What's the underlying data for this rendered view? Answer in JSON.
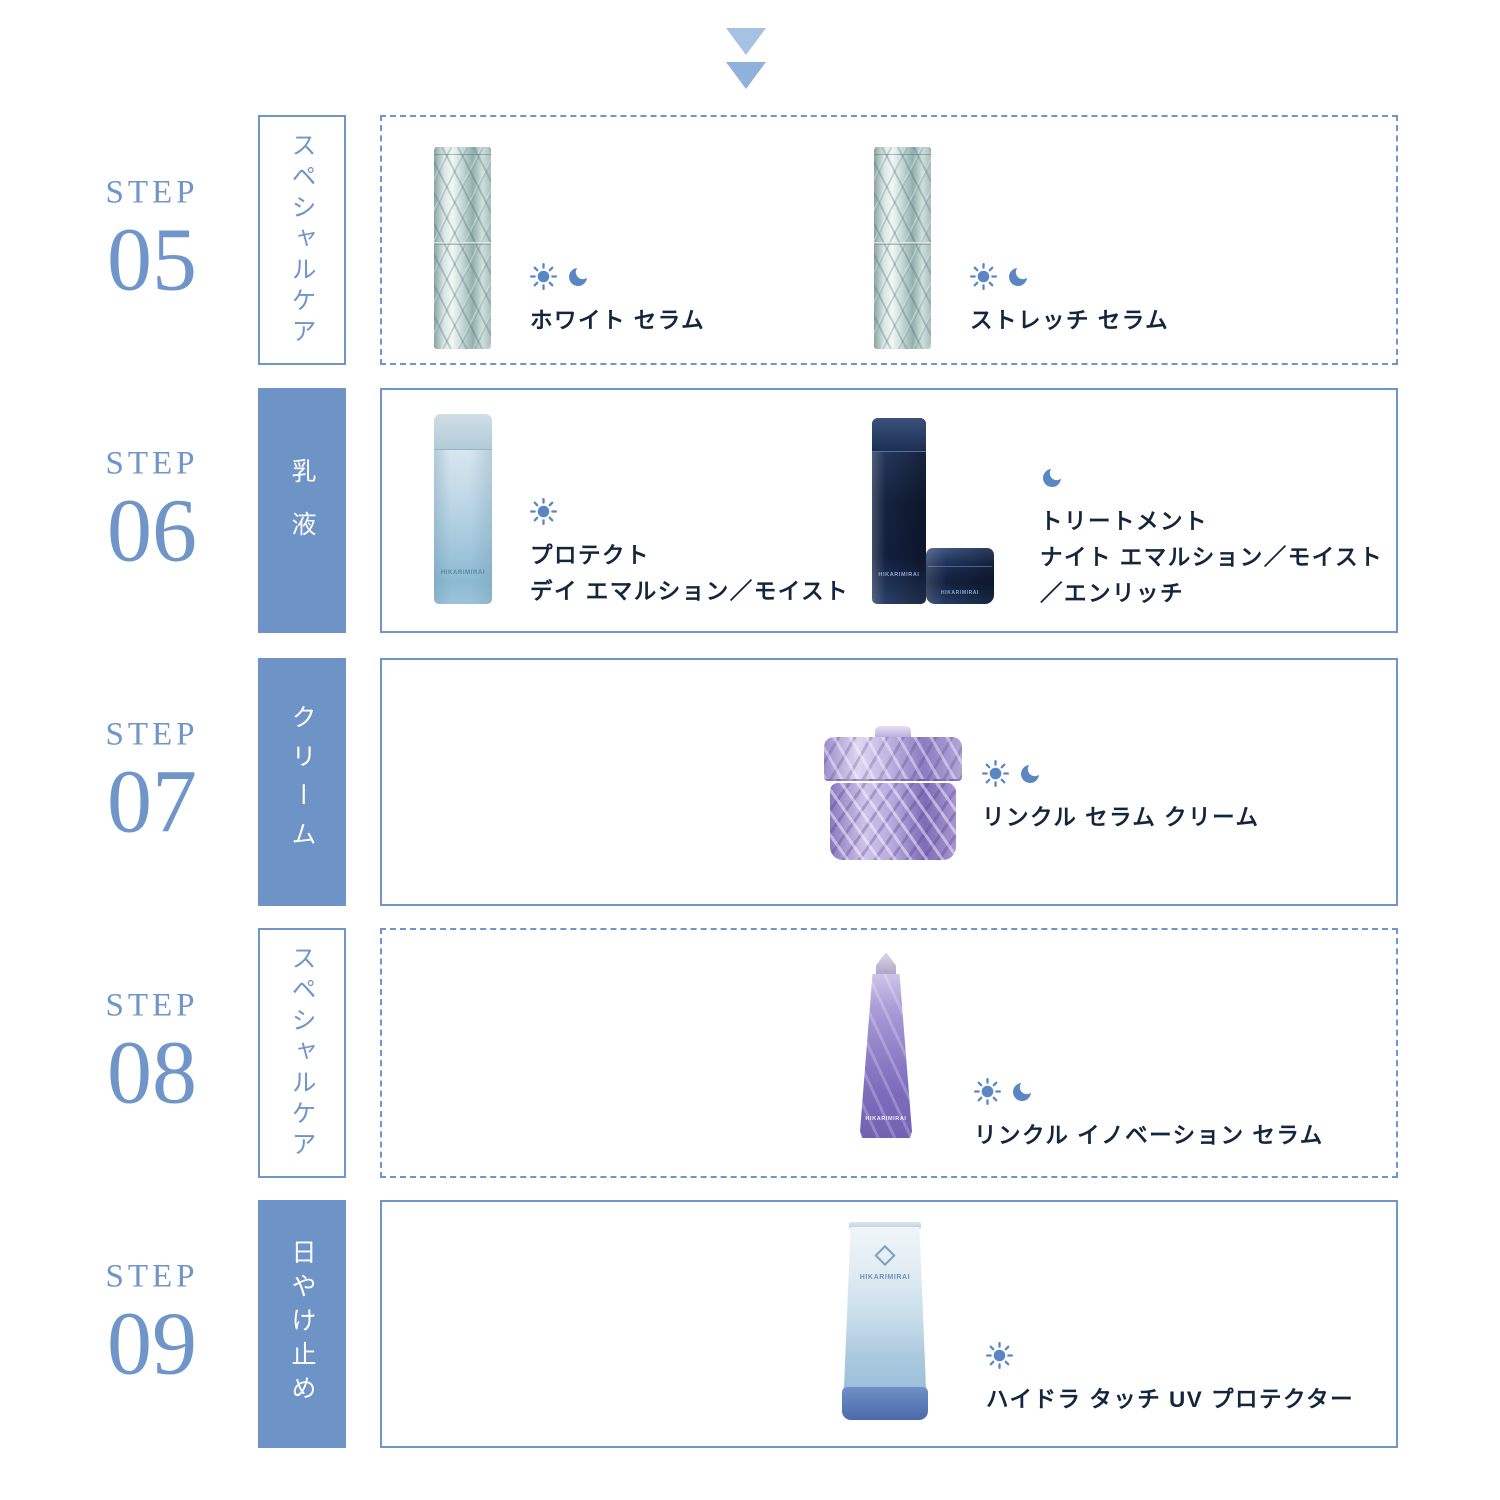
{
  "colors": {
    "accent_blue": "#7095C8",
    "label_box_blue": "#6E93C7",
    "arrow_light_blue": "#A6C2E3",
    "arrow_medium_blue": "#8FB2DC",
    "icon_blue": "#5B86C4",
    "product_name_text": "#13263E"
  },
  "flow": {
    "arrow_icon": "double-down-triangles"
  },
  "steps": [
    {
      "label": "STEP",
      "number": "05",
      "category": "スペシャルケア",
      "category_variant": "outline",
      "box_variant": "dashed",
      "products": [
        {
          "name_lines": [
            "ホワイト セラム"
          ],
          "time_icons": [
            "sun",
            "moon"
          ],
          "visual": "faceted-crystal-bottle"
        },
        {
          "name_lines": [
            "ストレッチ セラム"
          ],
          "time_icons": [
            "sun",
            "moon"
          ],
          "visual": "faceted-crystal-bottle"
        }
      ]
    },
    {
      "label": "STEP",
      "number": "06",
      "category": "乳液",
      "category_variant": "solid",
      "box_variant": "solid",
      "products": [
        {
          "name_lines": [
            "プロテクト",
            "デイ エマルション／モイスト"
          ],
          "time_icons": [
            "sun"
          ],
          "visual": "light-blue-bottle",
          "brand": "HIKARIMIRAI"
        },
        {
          "name_lines": [
            "トリートメント",
            "ナイト エマルション／モイスト",
            "／エンリッチ"
          ],
          "time_icons": [
            "moon"
          ],
          "visual": "navy-bottle-with-jar",
          "brand": "HIKARIMIRAI"
        }
      ]
    },
    {
      "label": "STEP",
      "number": "07",
      "category": "クリーム",
      "category_variant": "solid",
      "box_variant": "solid",
      "products": [
        {
          "name_lines": [
            "リンクル セラム クリーム"
          ],
          "time_icons": [
            "sun",
            "moon"
          ],
          "visual": "purple-faceted-jar"
        }
      ]
    },
    {
      "label": "STEP",
      "number": "08",
      "category": "スペシャルケア",
      "category_variant": "outline",
      "box_variant": "dashed",
      "products": [
        {
          "name_lines": [
            "リンクル イノベーション セラム"
          ],
          "time_icons": [
            "sun",
            "moon"
          ],
          "visual": "purple-serum-tube",
          "brand": "HIKARIMIRAI"
        }
      ]
    },
    {
      "label": "STEP",
      "number": "09",
      "category": "日やけ止め",
      "category_variant": "solid",
      "box_variant": "solid",
      "products": [
        {
          "name_lines": [
            "ハイドラ タッチ UV プロテクター"
          ],
          "time_icons": [
            "sun"
          ],
          "visual": "blue-sunscreen-tube",
          "brand": "HIKARIMIRAI"
        }
      ]
    }
  ]
}
